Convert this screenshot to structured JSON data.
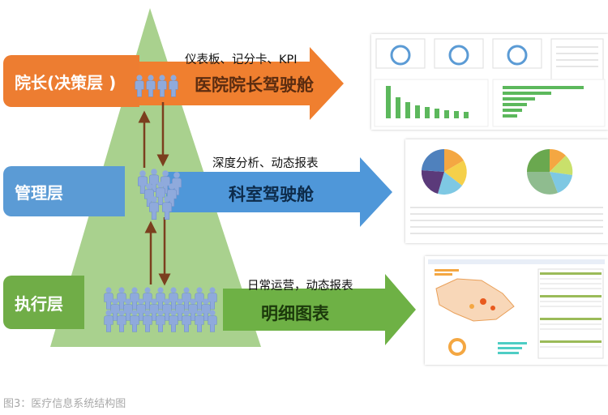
{
  "tiers": [
    {
      "label": "院长(决策层 )",
      "description": "仪表板、记分卡、KPI",
      "arrow_title": "医院院长驾驶舱",
      "color": "#ed7d31",
      "arrow_color": "#f07f2f"
    },
    {
      "label": "管理层",
      "description": "深度分析、动态报表",
      "arrow_title": "科室驾驶舱",
      "color": "#5b9bd5",
      "arrow_color": "#4f97d9"
    },
    {
      "label": "执行层",
      "description": "日常运营，动态报表",
      "arrow_title": "明细图表",
      "color": "#70ad47",
      "arrow_color": "#6eb145"
    }
  ],
  "colors": {
    "pyramid": "#a9d18e",
    "people": "#8faadc",
    "connector": "#7b3f1e"
  },
  "caption": "图3：医疗信息系统结构图"
}
